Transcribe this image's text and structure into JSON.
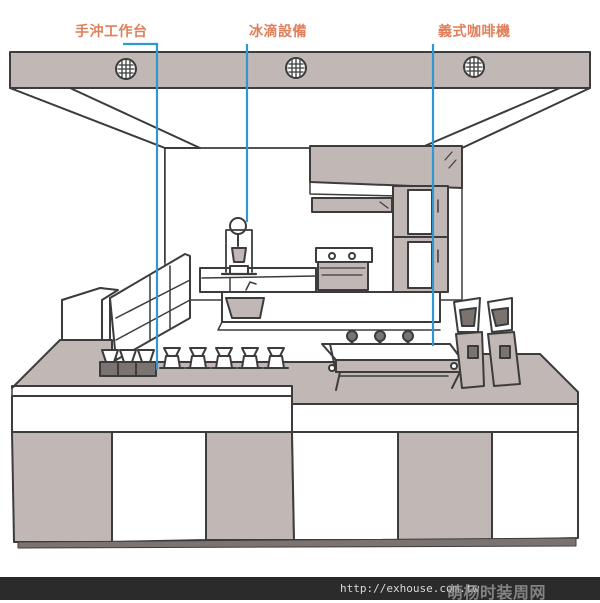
{
  "callouts": {
    "pour_over": "手沖工作台",
    "cold_drip": "冰滴設備",
    "espresso": "義式咖啡機"
  },
  "footer": {
    "url": "http://exhouse.com.tw",
    "watermark": "萌杨时装周网"
  },
  "colors": {
    "counter": "#c1b8b6",
    "counter_top": "#ffffff",
    "outline": "#3c3c3c",
    "leader_line": "#2f97d2",
    "label": "#e07f5a",
    "footer_bg": "#2b2b2b"
  }
}
